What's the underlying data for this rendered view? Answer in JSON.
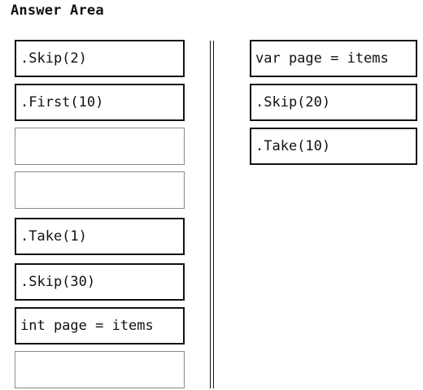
{
  "header": {
    "title": "Answer Area"
  },
  "source_options": [
    {
      "label": ".Skip(2)"
    },
    {
      "label": ".First(10)"
    },
    {
      "label": ""
    },
    {
      "label": ""
    },
    {
      "label": ".Take(1)"
    },
    {
      "label": ".Skip(30)"
    },
    {
      "label": "int page = items"
    },
    {
      "label": ""
    }
  ],
  "answer_slots": [
    {
      "label": "var page = items"
    },
    {
      "label": ".Skip(20)"
    },
    {
      "label": ".Take(10)"
    }
  ]
}
